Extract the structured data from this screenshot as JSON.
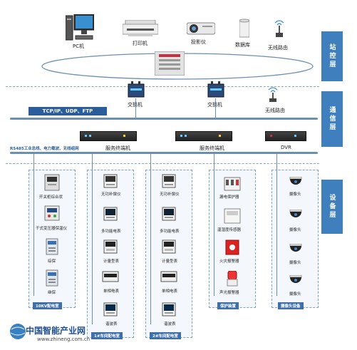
{
  "layers": {
    "station": "站控层",
    "comm": "通信层",
    "device": "设备层"
  },
  "station": {
    "pc": "PC机",
    "printer": "打印机",
    "projector": "投影仪",
    "database": "数据库",
    "router": "无线路由"
  },
  "comm": {
    "protocols": "TCP/IP、UDP、FTP",
    "switch1": "交换机",
    "switch2": "交换机",
    "router": "无线路由",
    "server1": "服务终端机",
    "server2": "服务终端机",
    "dvr": "DVR",
    "bus": "RS485工业总线、电力载波、无线组网"
  },
  "zones": [
    {
      "label": "10KV配电室",
      "devices": [
        "开关柜综合状",
        "干式变压器保温仪",
        "综保",
        "继保"
      ]
    },
    {
      "label": "1#车间配电室",
      "devices": [
        "无功补偿仪",
        "多功能电表",
        "计量型表",
        "单相电表",
        "谐波表"
      ]
    },
    {
      "label": "2#车间配电室",
      "devices": [
        "无功补偿仪",
        "多功能电表",
        "计量型表",
        "单相电表",
        "谐波表"
      ]
    },
    {
      "label": "保护装置",
      "devices": [
        "漏电保护器",
        "温湿度传感器",
        "火灾报警器",
        "声光报警器"
      ]
    },
    {
      "label": "摄像头设备",
      "devices": [
        "摄像头",
        "摄像头",
        "摄像头",
        "摄像头"
      ]
    }
  ],
  "footer": {
    "logo": "中国智能产业网",
    "url": "www.zhineng.com.cn"
  }
}
